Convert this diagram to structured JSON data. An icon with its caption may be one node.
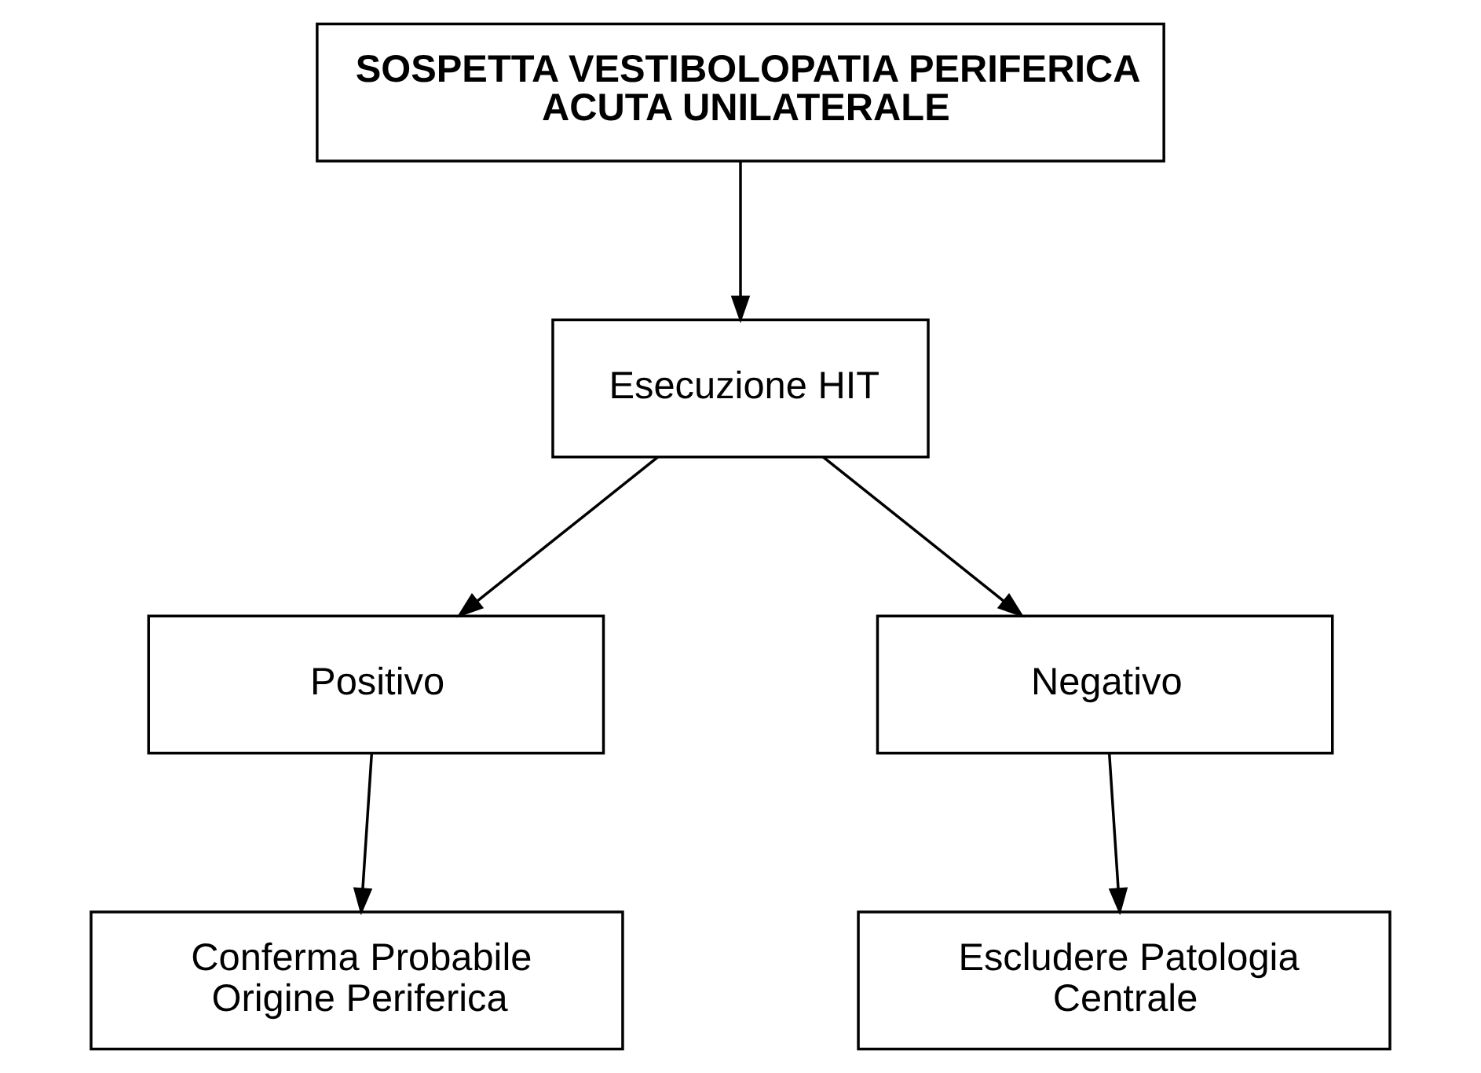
{
  "diagram": {
    "nodes": [
      {
        "text": [
          "SOSPETTA VESTIBOLOPATIA PERIFERICA ACUTA UNILATERALE"
        ]
      },
      {
        "text": [
          "Esecuzione HIT"
        ]
      },
      {
        "text": [
          "Positivo"
        ]
      },
      {
        "text": [
          "Negativo"
        ]
      },
      {
        "text": [
          "Conferma Probabile Origine Periferica"
        ]
      },
      {
        "text": [
          "Escludere Patologia Centrale"
        ]
      }
    ],
    "edges": [
      {
        "from": 0,
        "to": 1,
        "arrow": "to"
      },
      {
        "from": 1,
        "to": 2,
        "arrow": "to"
      },
      {
        "from": 1,
        "to": 3,
        "arrow": "to"
      },
      {
        "from": 2,
        "to": 4,
        "arrow": "to"
      },
      {
        "from": 3,
        "to": 5,
        "arrow": "to"
      }
    ]
  }
}
